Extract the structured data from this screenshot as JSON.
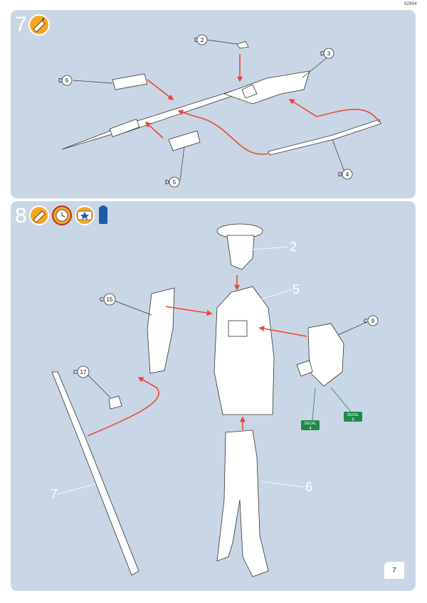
{
  "document_code": "02804",
  "page_number": "7",
  "step7": {
    "number": "7",
    "icons": [
      "glue-icon"
    ],
    "parts": [
      {
        "sprue": "D",
        "num": "2"
      },
      {
        "sprue": "D",
        "num": "3"
      },
      {
        "sprue": "D",
        "num": "6"
      },
      {
        "sprue": "D",
        "num": "5"
      },
      {
        "sprue": "D",
        "num": "4"
      }
    ]
  },
  "step8": {
    "number": "8",
    "icons": [
      "glue-icon",
      "wait-clock-icon",
      "decal-apply-icon",
      "water-icon"
    ],
    "parts": [
      {
        "sprue": "C",
        "num": "15"
      },
      {
        "sprue": "C",
        "num": "17"
      },
      {
        "sprue": "C",
        "num": "9"
      }
    ],
    "subassemblies": [
      "2",
      "5",
      "7",
      "6"
    ],
    "decals": [
      {
        "label": "DECAL",
        "num": "4"
      },
      {
        "label": "DECAL",
        "num": "9"
      }
    ]
  },
  "colors": {
    "panel": "#c9d6e6",
    "arrow": "#e8492f",
    "icon_orange": "#f5a623",
    "decal_green": "#1e8a4a"
  }
}
